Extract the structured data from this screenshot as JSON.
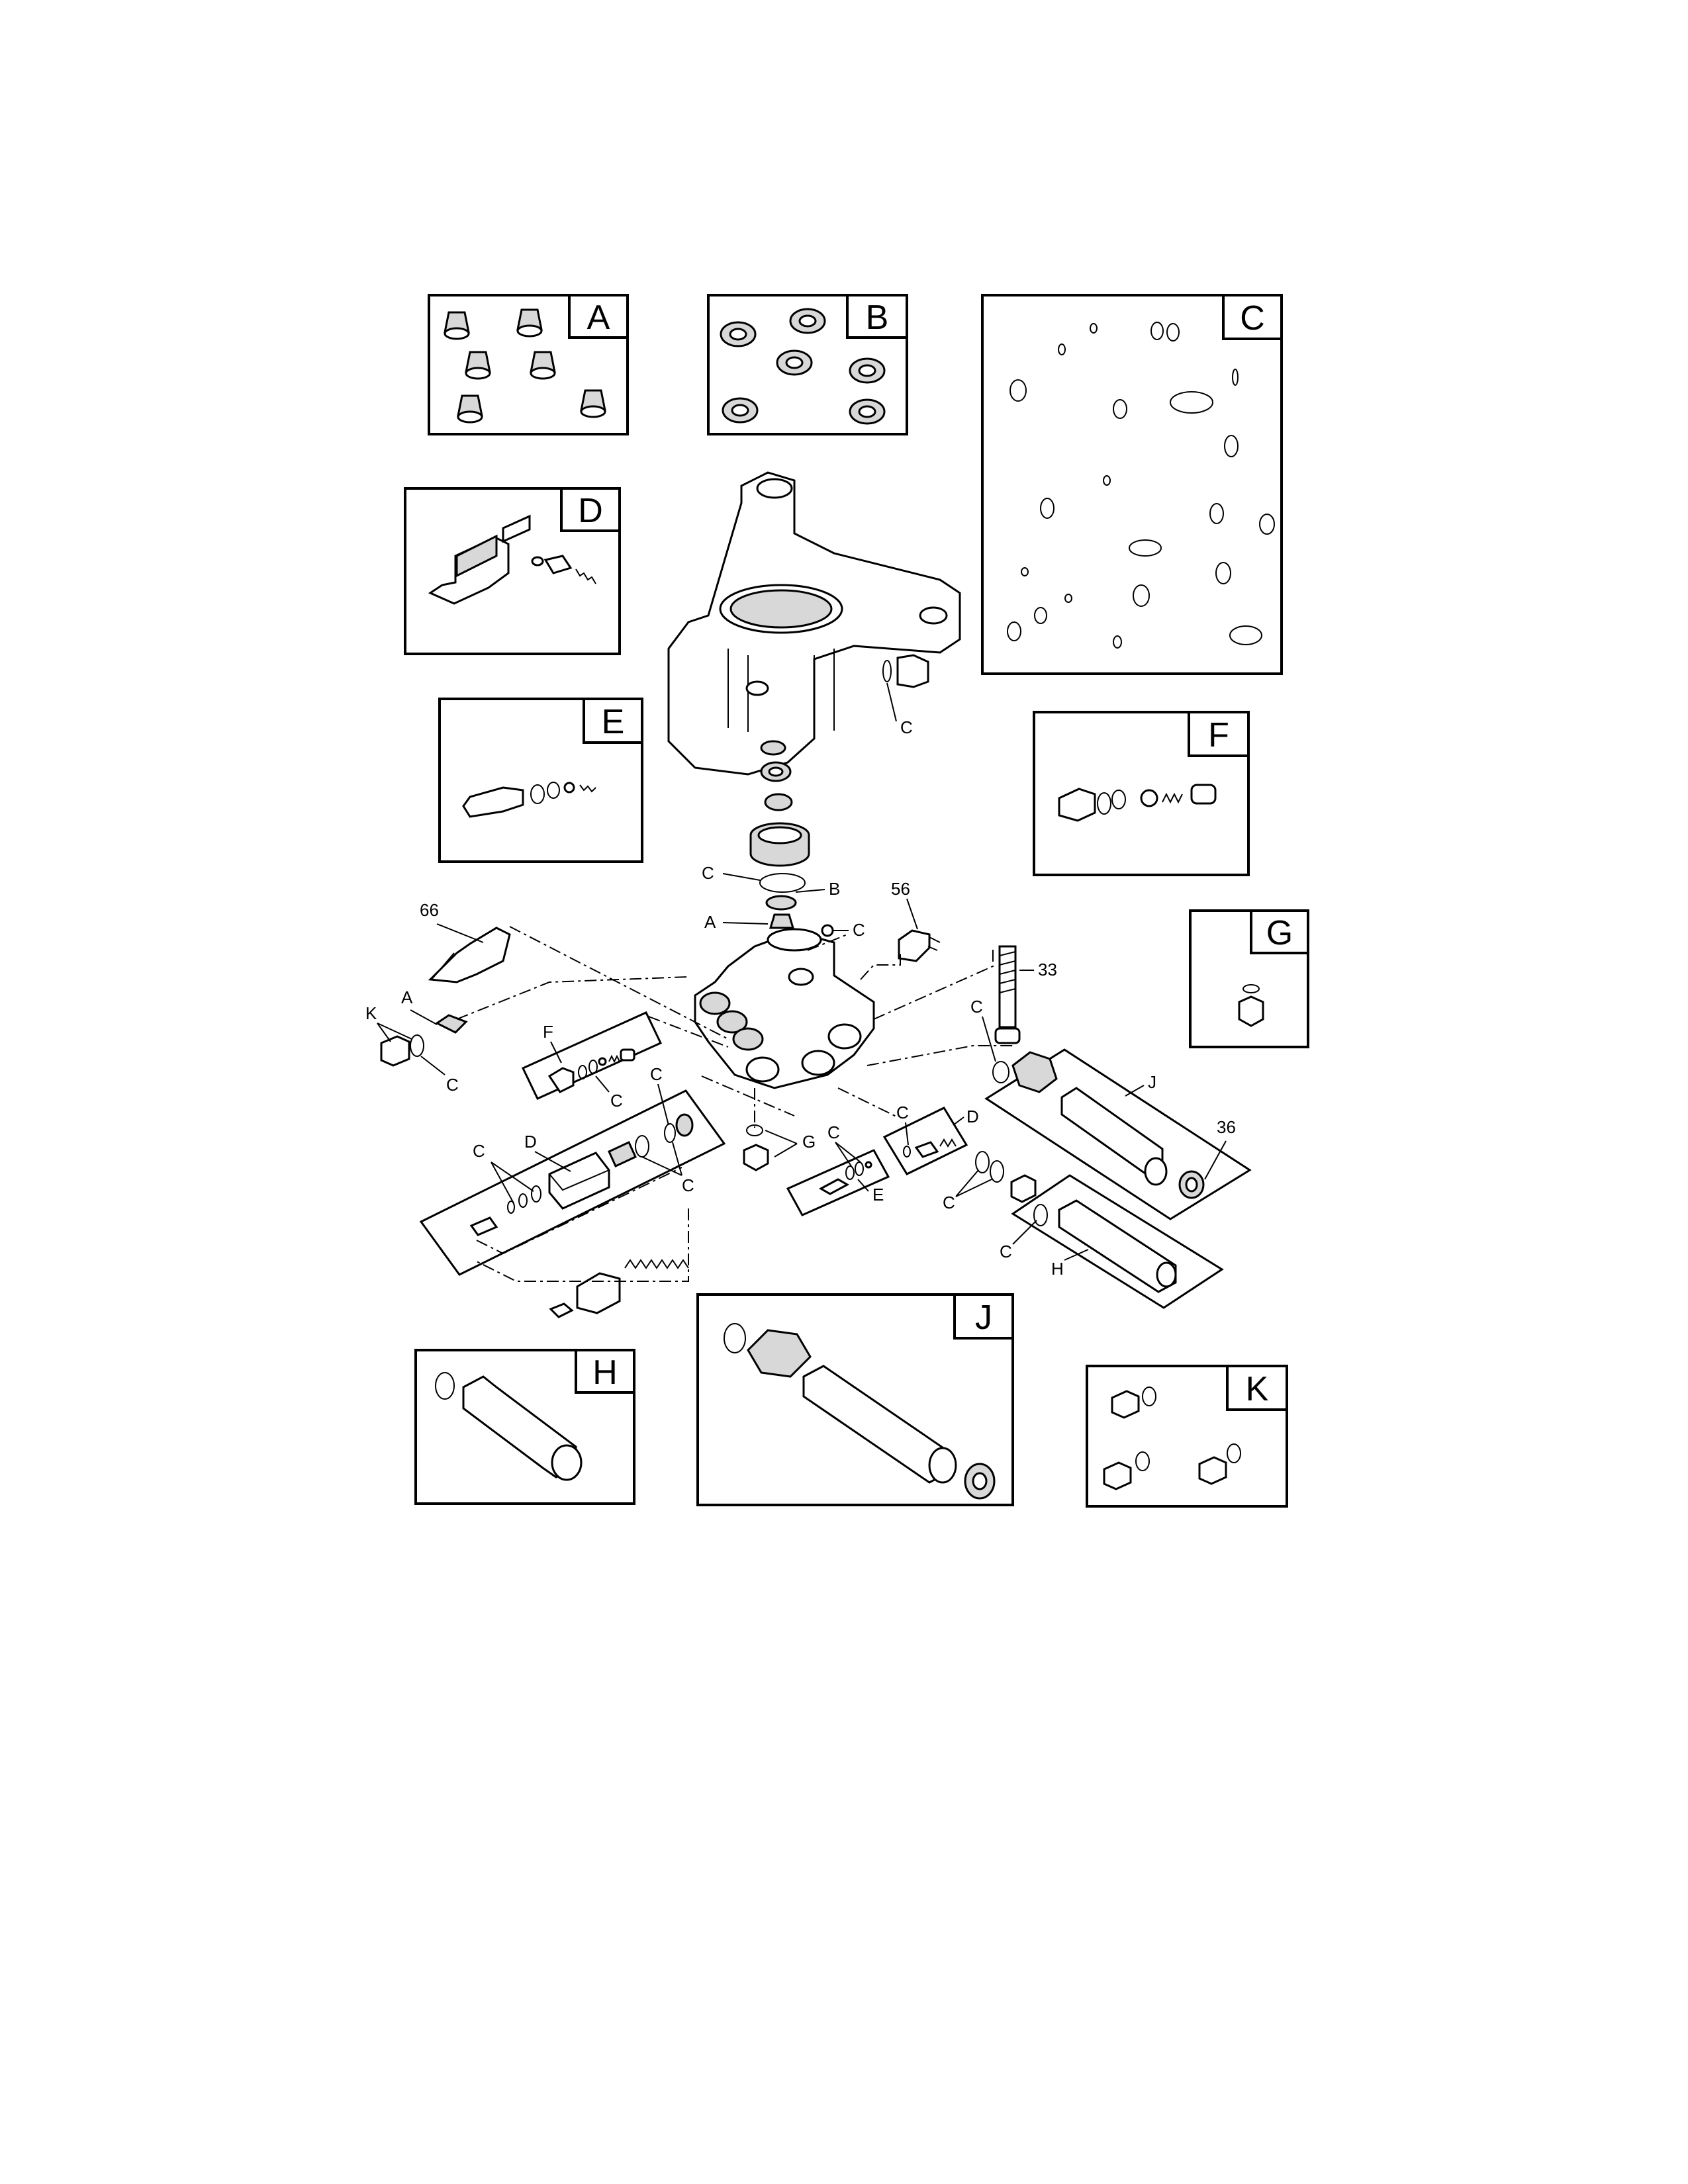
{
  "kit_boxes": [
    {
      "id": "A",
      "letter": "A"
    },
    {
      "id": "B",
      "letter": "B"
    },
    {
      "id": "C",
      "letter": "C"
    },
    {
      "id": "D",
      "letter": "D"
    },
    {
      "id": "E",
      "letter": "E"
    },
    {
      "id": "F",
      "letter": "F"
    },
    {
      "id": "G",
      "letter": "G"
    },
    {
      "id": "H",
      "letter": "H"
    },
    {
      "id": "J",
      "letter": "J"
    },
    {
      "id": "K",
      "letter": "K"
    }
  ],
  "callouts": {
    "c_housing": "C",
    "c_ring": "C",
    "b_ring": "B",
    "a_valve": "A",
    "c_small": "C",
    "p56": "56",
    "p66": "66",
    "p33": "33",
    "a_left": "A",
    "k_left": "K",
    "c_left": "C",
    "f_kit": "F",
    "c_f": "C",
    "c_mid": "C",
    "d_kit": "D",
    "c_d1": "C",
    "c_d2": "C",
    "g_kit": "G",
    "c_e": "C",
    "e_kit": "E",
    "c_dr": "C",
    "d_right": "D",
    "c_j": "C",
    "j_kit": "J",
    "p36": "36",
    "c_pair": "C",
    "c_h": "C",
    "h_kit": "H"
  }
}
